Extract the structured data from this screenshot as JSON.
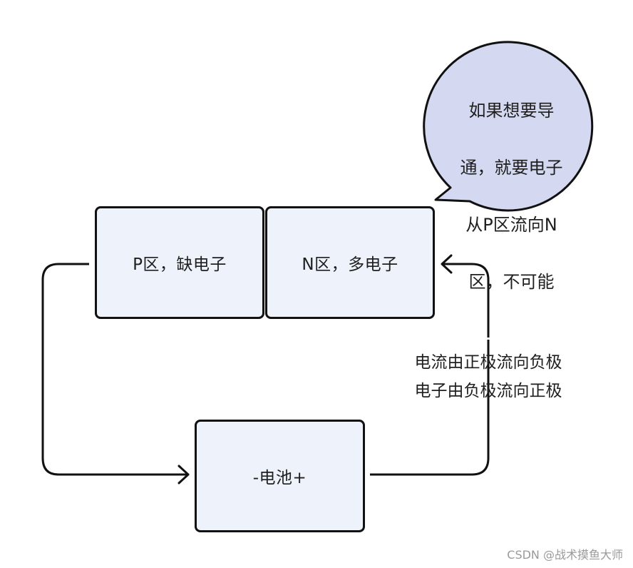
{
  "boxes": {
    "p_region": "P区，缺电子",
    "n_region": "N区，多电子",
    "battery": "-电池+"
  },
  "bubble": {
    "lines": [
      "如果想要导",
      "通，就要电子",
      "从P区流向N",
      "区，不可能"
    ],
    "fill": "#d4d9f1"
  },
  "annotation": {
    "lines": [
      "电流由正极流向负极",
      "电子由负极流向正极"
    ]
  },
  "watermark": "CSDN @战术摸鱼大师",
  "colors": {
    "box_fill": "#eef2fb",
    "stroke": "#111111",
    "bubble_fill": "#d4d9f1"
  }
}
